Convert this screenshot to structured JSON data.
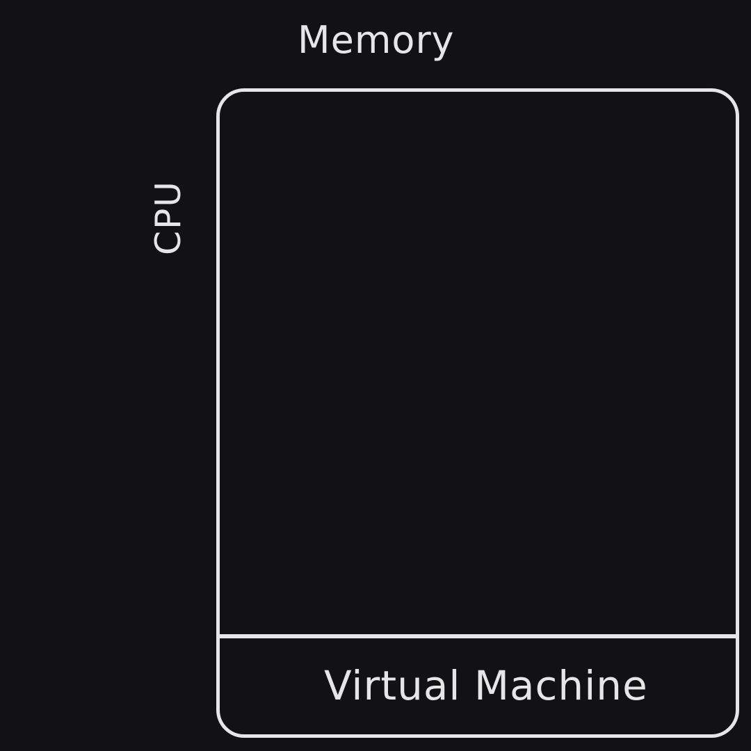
{
  "labels": {
    "memory": "Memory",
    "cpu": "CPU",
    "virtual_machine": "Virtual Machine"
  },
  "colors": {
    "background": "#121114",
    "stroke": "#e6e6e6",
    "text": "#e6e6e6"
  }
}
